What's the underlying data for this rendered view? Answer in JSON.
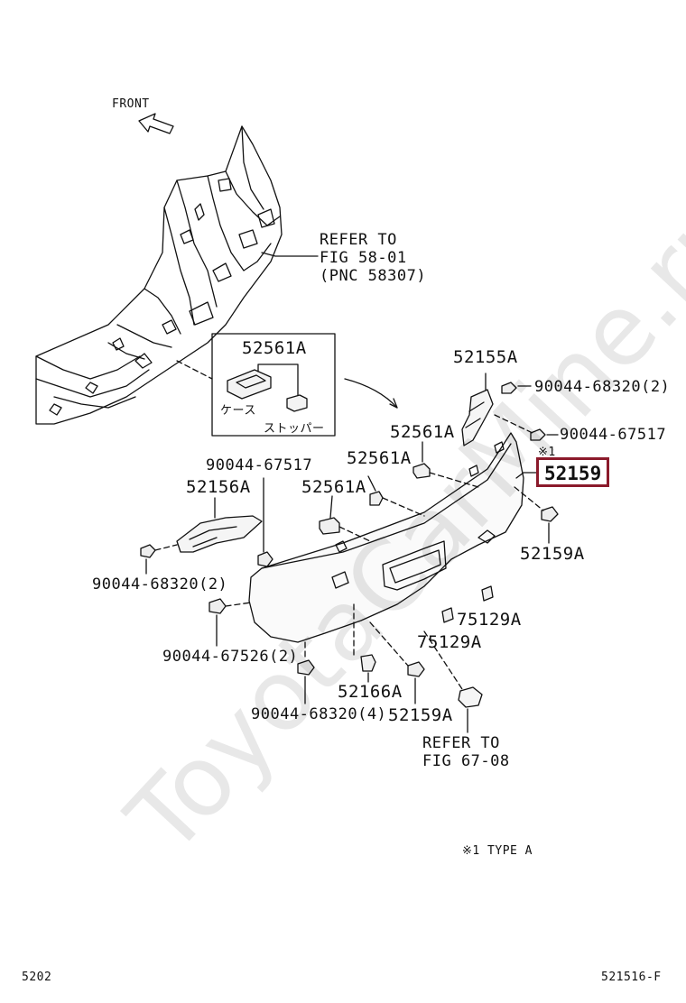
{
  "watermark": "ToyotaCarMine.ru",
  "front_label": "FRONT",
  "refer_top": [
    "REFER TO",
    "FIG 58-01",
    "(PNC 58307)"
  ],
  "inset": {
    "part": "52561A",
    "case_label": "ケース",
    "stopper_label": "ストッパー"
  },
  "parts": {
    "p52155A": "52155A",
    "p90044_68320_2_right": "90044-68320(2)",
    "p90044_67517_right": "90044-67517",
    "p52561A_upper": "52561A",
    "note_mark": "※1",
    "p52561A_mid": "52561A",
    "p52561A_lower": "52561A",
    "p90044_67517_left": "90044-67517",
    "p52156A": "52156A",
    "p52159A_right": "52159A",
    "p90044_68320_2_left": "90044-68320(2)",
    "p75129A_a": "75129A",
    "p75129A_b": "75129A",
    "p90044_67526_2": "90044-67526(2)",
    "p52166A": "52166A",
    "p90044_68320_4": "90044-68320(4)",
    "p52159A_bottom": "52159A"
  },
  "highlight_part": "52159",
  "refer_bottom": [
    "REFER TO",
    "FIG 67-08"
  ],
  "footnote": "※1 TYPE A",
  "page_code_left": "5202",
  "page_code_right": "521516-F",
  "highlight_color": "#8b1a2b"
}
